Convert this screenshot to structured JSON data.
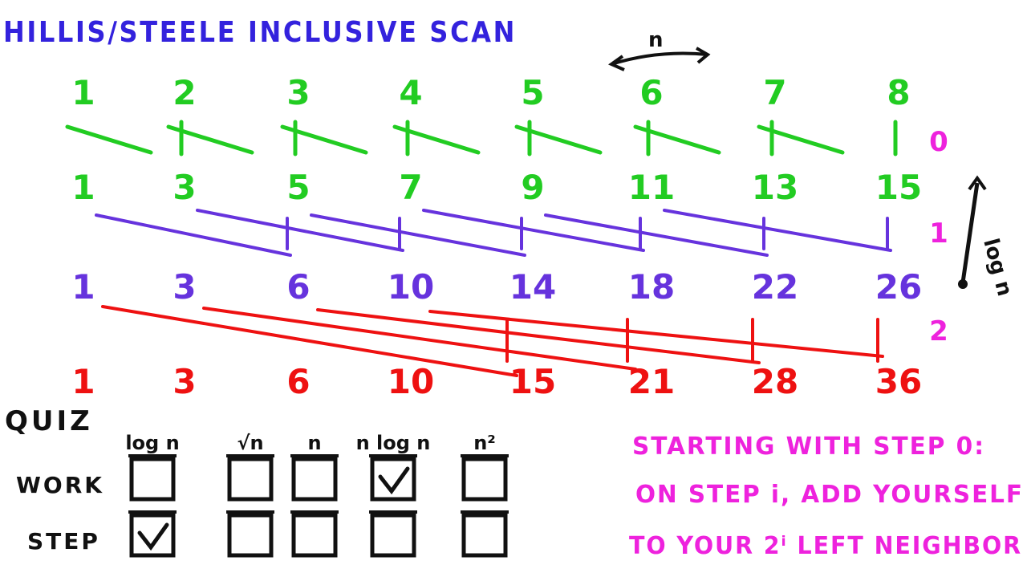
{
  "title": "HILLIS/STEELE INCLUSIVE SCAN",
  "span_label": "n",
  "height_label": "log n",
  "colors": {
    "green": "#22cc22",
    "purple": "#6633dd",
    "red": "#ee1111",
    "magenta": "#ee22dd",
    "black": "#111111"
  },
  "rows": [
    {
      "values": [
        "1",
        "2",
        "3",
        "4",
        "5",
        "6",
        "7",
        "8"
      ],
      "color": "green"
    },
    {
      "values": [
        "1",
        "3",
        "5",
        "7",
        "9",
        "11",
        "13",
        "15"
      ],
      "color": "green"
    },
    {
      "values": [
        "1",
        "3",
        "6",
        "10",
        "14",
        "18",
        "22",
        "26"
      ],
      "color": "purple"
    },
    {
      "values": [
        "1",
        "3",
        "6",
        "10",
        "15",
        "21",
        "28",
        "36"
      ],
      "color": "red"
    }
  ],
  "step_numbers": [
    "0",
    "1",
    "2"
  ],
  "quiz": {
    "title": "QUIZ",
    "columns": [
      "log n",
      "√n",
      "n",
      "n log n",
      "n²"
    ],
    "rows": [
      {
        "label": "WORK",
        "checked": [
          false,
          false,
          false,
          true,
          false
        ]
      },
      {
        "label": "STEP",
        "checked": [
          true,
          false,
          false,
          false,
          false
        ]
      }
    ]
  },
  "note_lines": [
    "STARTING WITH STEP 0:",
    "ON STEP i, ADD YOURSELF",
    "TO YOUR 2ⁱ LEFT NEIGHBOR"
  ]
}
